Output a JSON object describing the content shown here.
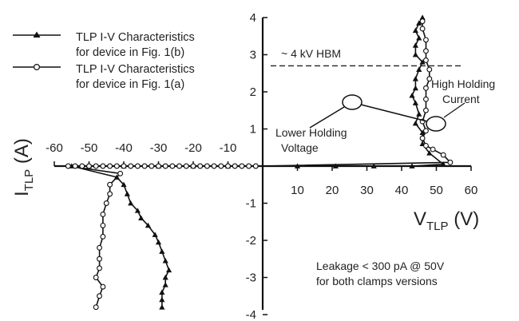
{
  "chart_data": {
    "type": "line",
    "xlabel": {
      "main": "V",
      "sub": "TLP",
      "unit": " (V)"
    },
    "ylabel": {
      "main": "I",
      "sub": "TLP",
      "unit": " (A)"
    },
    "xlim": [
      -60,
      60
    ],
    "ylim": [
      -4,
      4
    ],
    "x_ticks_negative": [
      -60,
      -50,
      -40,
      -30,
      -20,
      -10
    ],
    "x_ticks_positive": [
      10,
      20,
      30,
      40,
      50,
      60
    ],
    "y_ticks": [
      -4,
      -3,
      -2,
      -1,
      1,
      2,
      3,
      4
    ],
    "series": [
      {
        "name": "TLP I-V Characteristics for device in Fig. 1(b)",
        "marker": "filled-triangle",
        "segments": [
          [
            [
              0,
              0
            ],
            [
              10,
              0
            ],
            [
              21,
              0
            ],
            [
              32,
              0
            ],
            [
              43,
              0
            ],
            [
              52,
              0.05
            ],
            [
              48,
              0.35
            ],
            [
              46,
              0.6
            ],
            [
              46,
              0.9
            ],
            [
              44,
              1.15
            ],
            [
              45,
              1.4
            ],
            [
              44,
              1.7
            ],
            [
              43,
              1.9
            ],
            [
              44,
              2.1
            ],
            [
              44,
              2.35
            ],
            [
              45,
              2.6
            ],
            [
              46,
              2.8
            ],
            [
              44,
              3.0
            ],
            [
              44,
              3.25
            ],
            [
              45,
              3.45
            ],
            [
              44,
              3.65
            ],
            [
              45,
              3.85
            ],
            [
              46,
              4.0
            ]
          ],
          [
            [
              0,
              0
            ],
            [
              -10,
              0
            ],
            [
              -20,
              0
            ],
            [
              -30,
              0
            ],
            [
              -40,
              0
            ],
            [
              -50,
              0
            ],
            [
              -55,
              0
            ],
            [
              -42,
              -0.3
            ],
            [
              -40,
              -0.5
            ],
            [
              -39,
              -0.75
            ],
            [
              -38,
              -1.0
            ],
            [
              -36,
              -1.2
            ],
            [
              -35,
              -1.4
            ],
            [
              -33,
              -1.6
            ],
            [
              -31,
              -1.85
            ],
            [
              -30,
              -2.05
            ],
            [
              -29,
              -2.3
            ],
            [
              -28,
              -2.55
            ],
            [
              -27,
              -2.8
            ],
            [
              -28,
              -3.0
            ],
            [
              -28,
              -3.2
            ],
            [
              -29,
              -3.4
            ],
            [
              -29,
              -3.6
            ],
            [
              -29,
              -3.8
            ]
          ]
        ]
      },
      {
        "name": "TLP I-V Characteristics for device in Fig. 1(a)",
        "marker": "open-circle",
        "segments": [
          [
            [
              0,
              0
            ],
            [
              54,
              0.1
            ],
            [
              52,
              0.3
            ],
            [
              49,
              0.45
            ],
            [
              47,
              0.55
            ],
            [
              46,
              0.75
            ],
            [
              47,
              0.95
            ],
            [
              46,
              1.2
            ],
            [
              47,
              1.5
            ],
            [
              47,
              1.8
            ],
            [
              47,
              2.1
            ],
            [
              48,
              2.35
            ],
            [
              48,
              2.6
            ],
            [
              47,
              2.85
            ],
            [
              47,
              3.1
            ],
            [
              47,
              3.4
            ],
            [
              46,
              3.7
            ],
            [
              46,
              3.9
            ]
          ],
          [
            [
              0,
              0
            ],
            [
              -2,
              0
            ],
            [
              -4,
              0
            ],
            [
              -6,
              0
            ],
            [
              -8,
              0
            ],
            [
              -10,
              0
            ],
            [
              -12,
              0
            ],
            [
              -14,
              0
            ],
            [
              -16,
              0
            ],
            [
              -18,
              0
            ],
            [
              -20,
              0
            ],
            [
              -22,
              0
            ],
            [
              -24,
              0
            ],
            [
              -26,
              0
            ],
            [
              -28,
              0
            ],
            [
              -30,
              0
            ],
            [
              -32,
              0
            ],
            [
              -34,
              0
            ],
            [
              -36,
              0
            ],
            [
              -38,
              0
            ],
            [
              -40,
              0
            ],
            [
              -42,
              0
            ],
            [
              -44,
              0
            ],
            [
              -46,
              0
            ],
            [
              -48,
              0
            ],
            [
              -50,
              0
            ],
            [
              -52,
              0
            ],
            [
              -54,
              0
            ],
            [
              -56,
              0
            ],
            [
              -41,
              -0.2
            ],
            [
              -44,
              -0.5
            ],
            [
              -44,
              -0.75
            ],
            [
              -45,
              -1.0
            ],
            [
              -46,
              -1.3
            ],
            [
              -46,
              -1.6
            ],
            [
              -46,
              -1.9
            ],
            [
              -47,
              -2.2
            ],
            [
              -47,
              -2.5
            ],
            [
              -47,
              -2.75
            ],
            [
              -48,
              -3.0
            ],
            [
              -46,
              -3.25
            ],
            [
              -47,
              -3.5
            ],
            [
              -48,
              -3.8
            ]
          ]
        ]
      }
    ],
    "hbm_line": {
      "label": "~ 4 kV HBM",
      "y": 2.7
    },
    "annotations": [
      {
        "label_lines": [
          "Lower Holding",
          "Voltage"
        ],
        "target": [
          26,
          1.75
        ]
      },
      {
        "label_lines": [
          "High Holding",
          "Current"
        ],
        "target": [
          50,
          1.15
        ]
      },
      {
        "label_lines": [
          "Leakage < 300 pA @ 50V",
          "for both clamps versions"
        ]
      }
    ],
    "legend_position": "top-left",
    "grid": false
  }
}
